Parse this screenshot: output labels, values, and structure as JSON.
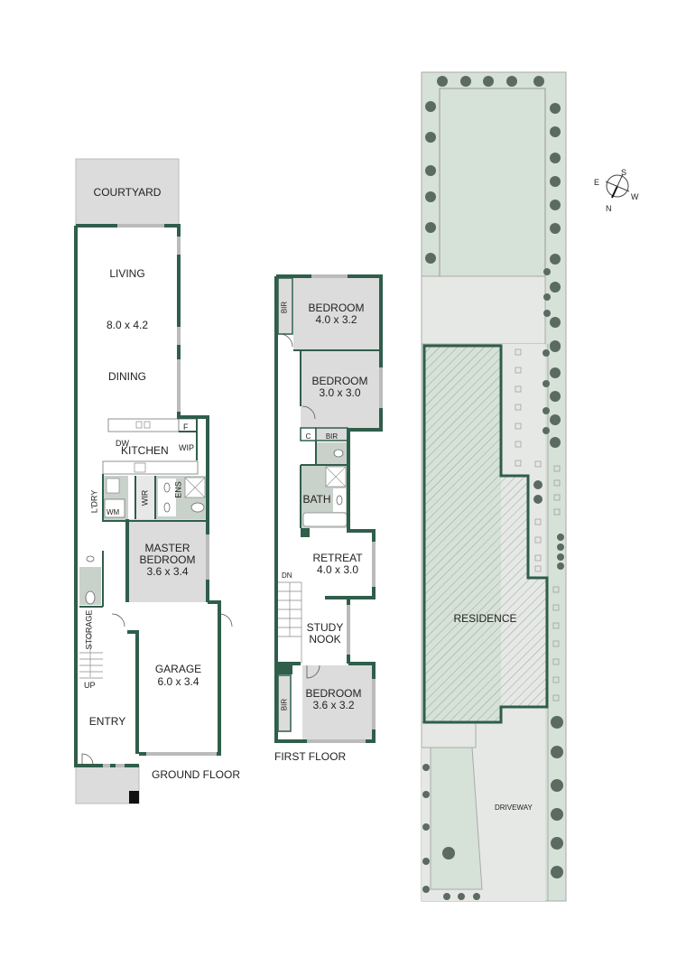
{
  "colors": {
    "wall": "#2f5e4b",
    "room_grey": "#dcdcdc",
    "wet_area": "#c9d1cb",
    "lawn": "#d6e1d8",
    "paving": "#e6e8e6",
    "tree": "#5c6b62",
    "hatch": "#7a8a80"
  },
  "ground_floor": {
    "title": "GROUND FLOOR",
    "rooms": {
      "courtyard": "COURTYARD",
      "living": "LIVING",
      "living_dims": "8.0 x 4.2",
      "dining": "DINING",
      "kitchen": "KITCHEN",
      "dw": "DW",
      "fridge": "F",
      "wip": "WIP",
      "laundry": "L'DRY",
      "wm": "WM",
      "wir": "WIR",
      "ens": "ENS",
      "master": "MASTER",
      "master2": "BEDROOM",
      "master_dims": "3.6 x 3.4",
      "storage": "STORAGE",
      "up": "UP",
      "garage": "GARAGE",
      "garage_dims": "6.0 x 3.4",
      "entry": "ENTRY"
    }
  },
  "first_floor": {
    "title": "FIRST FLOOR",
    "rooms": {
      "bir1": "BIR",
      "bed1": "BEDROOM",
      "bed1_dims": "4.0 x 3.2",
      "bed2": "BEDROOM",
      "bed2_dims": "3.0 x 3.0",
      "c": "C",
      "bir2": "BIR",
      "bath": "BATH",
      "retreat": "RETREAT",
      "retreat_dims": "4.0 x 3.0",
      "dn": "DN",
      "study1": "STUDY",
      "study2": "NOOK",
      "bir3": "BIR",
      "bed3": "BEDROOM",
      "bed3_dims": "3.6 x 3.2"
    }
  },
  "site_plan": {
    "residence": "RESIDENCE",
    "driveway": "DRIVEWAY"
  },
  "compass": {
    "n": "N",
    "s": "S",
    "e": "E",
    "w": "W"
  }
}
